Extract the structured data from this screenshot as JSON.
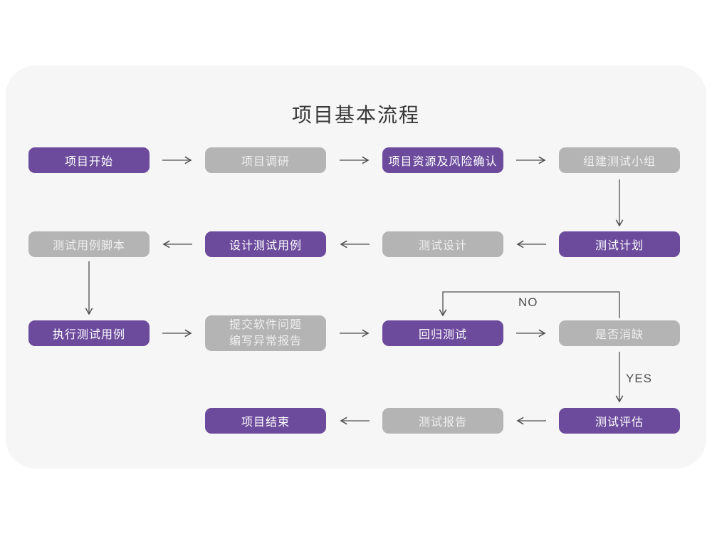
{
  "title": "项目基本流程",
  "colors": {
    "card-bg": "#f6f6f6",
    "purple-box": "#6c4b9d",
    "gray-box": "#b4b4b4",
    "purple-text": "#ffffff",
    "gray-text": "#efefef",
    "title-color": "#383838",
    "arrow-color": "#4f4f4f"
  },
  "flowchart": {
    "nodes": {
      "project_start": {
        "label": "项目开始",
        "variant": "purple"
      },
      "project_research": {
        "label": "项目调研",
        "variant": "gray"
      },
      "resource_risk": {
        "label": "项目资源及风险确认",
        "variant": "purple"
      },
      "build_test_team": {
        "label": "组建测试小组",
        "variant": "gray"
      },
      "test_plan": {
        "label": "测试计划",
        "variant": "purple"
      },
      "test_design": {
        "label": "测试设计",
        "variant": "gray"
      },
      "design_test_case": {
        "label": "设计测试用例",
        "variant": "purple"
      },
      "test_case_script": {
        "label": "测试用例脚本",
        "variant": "gray"
      },
      "execute_test_case": {
        "label": "执行测试用例",
        "variant": "purple"
      },
      "submit_issue": {
        "label_line1": "提交软件问题",
        "label_line2": "编写异常报告",
        "variant": "gray"
      },
      "regression_test": {
        "label": "回归测试",
        "variant": "purple"
      },
      "defect_cleared": {
        "label": "是否消缺",
        "variant": "gray"
      },
      "test_evaluate": {
        "label": "测试评估",
        "variant": "purple"
      },
      "test_report": {
        "label": "测试报告",
        "variant": "gray"
      },
      "project_end": {
        "label": "项目结束",
        "variant": "purple"
      }
    },
    "edge_labels": {
      "no": "NO",
      "yes": "YES"
    }
  }
}
